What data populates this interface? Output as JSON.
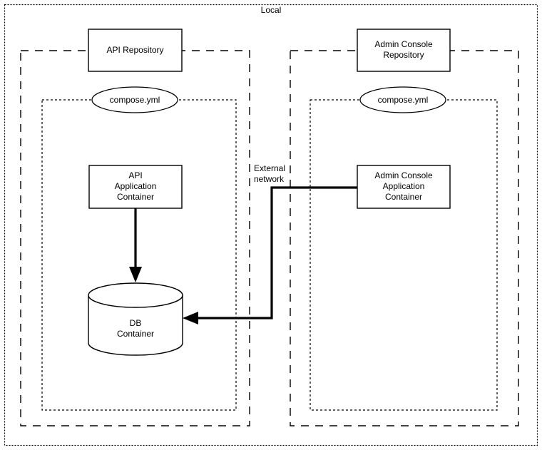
{
  "diagram": {
    "title": "Local",
    "boundaries": {
      "local_label": "Local",
      "api_repository_label": "API Repository",
      "api_compose_label": "compose.yml",
      "admin_repository_label": "Admin Console Repository",
      "admin_compose_label": "compose.yml"
    },
    "nodes": [
      {
        "id": "api-repository",
        "label": "API Repository",
        "shape": "rectangle"
      },
      {
        "id": "api-compose",
        "label": "compose.yml",
        "shape": "ellipse"
      },
      {
        "id": "api-application-container",
        "label": "API\nApplication\nContainer",
        "lines": [
          "API",
          "Application",
          "Container"
        ],
        "shape": "rectangle"
      },
      {
        "id": "db-container",
        "label": "DB\nContainer",
        "lines": [
          "DB",
          "Container"
        ],
        "shape": "cylinder"
      },
      {
        "id": "admin-console-repository",
        "label": "Admin Console\nRepository",
        "lines": [
          "Admin Console",
          "Repository"
        ],
        "shape": "rectangle"
      },
      {
        "id": "admin-compose",
        "label": "compose.yml",
        "shape": "ellipse"
      },
      {
        "id": "admin-console-application-container",
        "label": "Admin Console\nApplication\nContainer",
        "lines": [
          "Admin Console",
          "Application",
          "Container"
        ],
        "shape": "rectangle"
      }
    ],
    "node_labels": {
      "api_repository": "API Repository",
      "api_compose": "compose.yml",
      "api_app_line1": "API",
      "api_app_line2": "Application",
      "api_app_line3": "Container",
      "db_line1": "DB",
      "db_line2": "Container",
      "admin_repo_line1": "Admin Console",
      "admin_repo_line2": "Repository",
      "admin_compose": "compose.yml",
      "admin_app_line1": "Admin Console",
      "admin_app_line2": "Application",
      "admin_app_line3": "Container"
    },
    "edges": [
      {
        "id": "api-to-db",
        "from": "api-application-container",
        "to": "db-container",
        "label": "",
        "arrow": "to"
      },
      {
        "id": "admin-to-db",
        "from": "admin-console-application-container",
        "to": "db-container",
        "label": "External network",
        "arrow": "to"
      }
    ],
    "edge_labels": {
      "external_network_line1": "External",
      "external_network_line2": "network"
    },
    "colors": {
      "stroke": "#000000",
      "fill": "#ffffff",
      "background": "#ffffff"
    }
  }
}
